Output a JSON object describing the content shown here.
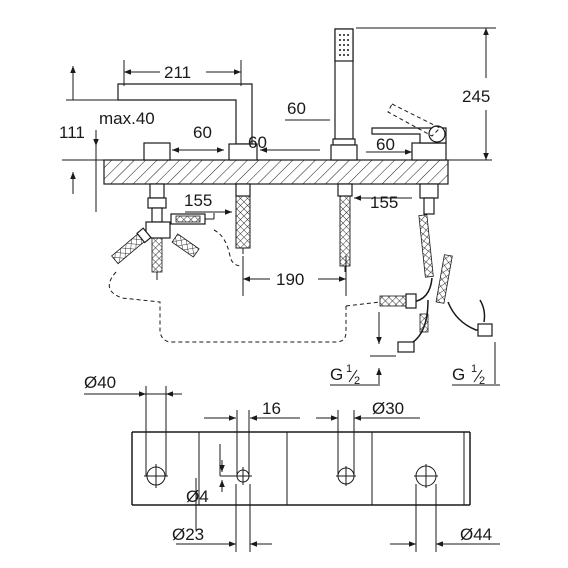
{
  "drawing": {
    "dimensions_top": {
      "d211": "211",
      "d245": "245",
      "d111": "111",
      "dmax40": "max.40",
      "d60_spout": "60",
      "d60_valve_left": "60",
      "d60_handshower": "60",
      "d60_valve_right": "60",
      "d155_left": "155",
      "d155_right": "155",
      "d190": "190"
    },
    "connections": {
      "left_g": "G",
      "left_num": "1",
      "left_den": "2",
      "right_g": "G",
      "right_num": "1",
      "right_den": "2"
    },
    "dimensions_bottom": {
      "d40": "Ø40",
      "d16": "16",
      "d30": "Ø30",
      "d4": "Ø4",
      "d23": "Ø23",
      "d44": "Ø44"
    }
  }
}
